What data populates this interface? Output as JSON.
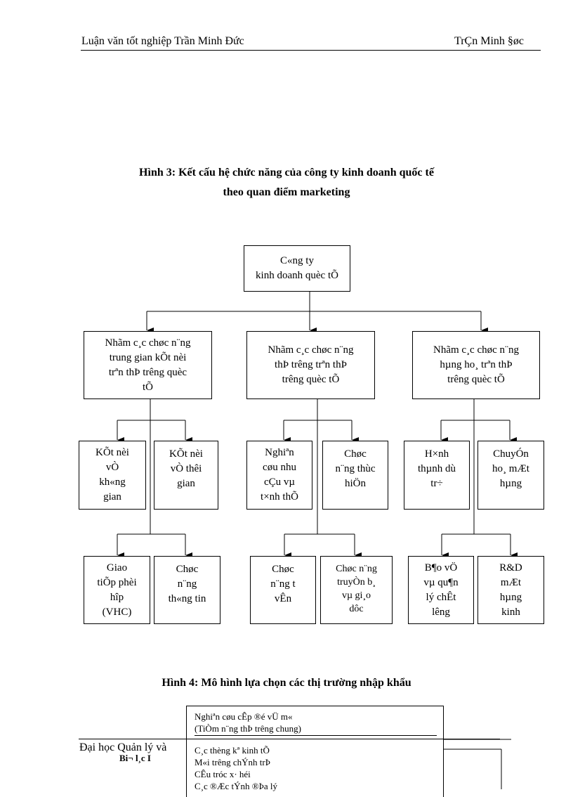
{
  "header": {
    "left": "Luận văn tốt nghiệp Trần Minh Đức",
    "right": "TrÇn Minh §øc"
  },
  "figure3": {
    "caption_line1": "Hình 3: Kết cấu hệ chức năng của công ty kinh doanh quốc tế",
    "caption_line2": "theo quan điểm marketing",
    "root": [
      "C«ng ty",
      "kinh doanh quèc tÕ"
    ],
    "groups": [
      {
        "lines": [
          "Nhãm c¸c chøc n¨ng",
          "trung gian kÕt nèi",
          "trªn thÞ trêng  quèc",
          "tÕ"
        ],
        "upper_children": [
          [
            "KÕt nèi",
            "vÒ",
            "kh«ng",
            "gian"
          ],
          [
            "KÕt nèi",
            "vÒ thêi",
            "gian"
          ]
        ],
        "lower_children": [
          [
            "Giao",
            "tiÕp phèi",
            "hîp",
            "(VHC)"
          ],
          [
            "Chøc",
            "n¨ng",
            "th«ng tin"
          ]
        ]
      },
      {
        "lines": [
          "Nhãm c¸c chøc n¨ng",
          "thÞ trêng  trªn thÞ",
          "trêng  quèc tÕ"
        ],
        "upper_children": [
          [
            "Nghiªn",
            "cøu nhu",
            "cÇu vµ",
            "t×nh thÕ"
          ],
          [
            "Chøc",
            "n¨ng thùc",
            "hiÖn"
          ]
        ],
        "lower_children": [
          [
            "Chøc",
            "n¨ng t",
            "vÊn"
          ],
          [
            "Chøc n¨ng",
            "truyÒn b¸",
            "vµ gi¸o",
            "dôc"
          ]
        ]
      },
      {
        "lines": [
          "Nhãm c¸c chøc n¨ng",
          "hµng ho¸ trªn thÞ",
          "trêng  quèc tÕ"
        ],
        "upper_children": [
          [
            "H×nh",
            "thµnh dù",
            "tr÷"
          ],
          [
            "ChuyÓn",
            "ho¸ mÆt",
            "hµng"
          ]
        ],
        "lower_children": [
          [
            "B¶o vÖ",
            "vµ qu¶n",
            "lý chÊt",
            "lêng"
          ],
          [
            "R&D",
            "mÆt",
            "hµng",
            "kinh"
          ]
        ]
      }
    ]
  },
  "figure4": {
    "caption": "Hình 4: Mô hình lựa chọn các thị trường nhập khẩu",
    "box_group1": [
      "Nghiªn cøu cÊp ®é vÜ m«",
      "(TiÒm n¨ng thÞ trêng  chung)"
    ],
    "box_group2": [
      "C¸c thèng kª kinh tÕ",
      "M«i trêng  chÝnh trÞ",
      "CÊu tróc x· héi",
      "C¸c ®Æc tÝnh ®Þa lý"
    ]
  },
  "footer": {
    "left": "Đại học Quản lý và",
    "page_label": "Bi¬  l¸c I"
  }
}
